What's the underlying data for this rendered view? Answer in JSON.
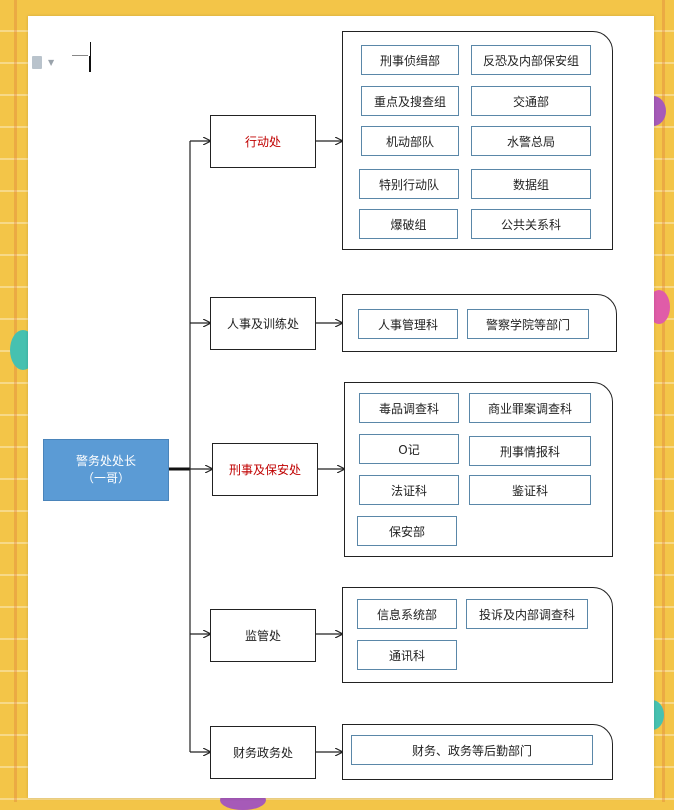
{
  "root": {
    "line1": "警务处处长",
    "line2": "（一哥）"
  },
  "departments": [
    {
      "name": "行动处",
      "units": [
        "刑事侦缉部",
        "反恐及内部保安组",
        "重点及搜查组",
        "交通部",
        "机动部队",
        "水警总局",
        "特别行动队",
        "数据组",
        "爆破组",
        "公共关系科"
      ]
    },
    {
      "name": "人事及训练处",
      "units": [
        "人事管理科",
        "警察学院等部门"
      ]
    },
    {
      "name": "刑事及保安处",
      "units": [
        "毒品调查科",
        "商业罪案调查科",
        "O记",
        "刑事情报科",
        "法证科",
        "鉴证科",
        "保安部"
      ]
    },
    {
      "name": "监管处",
      "units": [
        "信息系统部",
        "投诉及内部调查科",
        "通讯科"
      ]
    },
    {
      "name": "财务政务处",
      "units": [
        "财务、政务等后勤部门"
      ]
    }
  ],
  "colors": {
    "root_fill": "#5b9bd5",
    "highlight_text": "#c00000",
    "unit_border": "#5a87a8",
    "background": "#f3c548"
  },
  "icons": [
    "document-icon",
    "dropdown-caret-icon",
    "text-cursor-icon"
  ]
}
